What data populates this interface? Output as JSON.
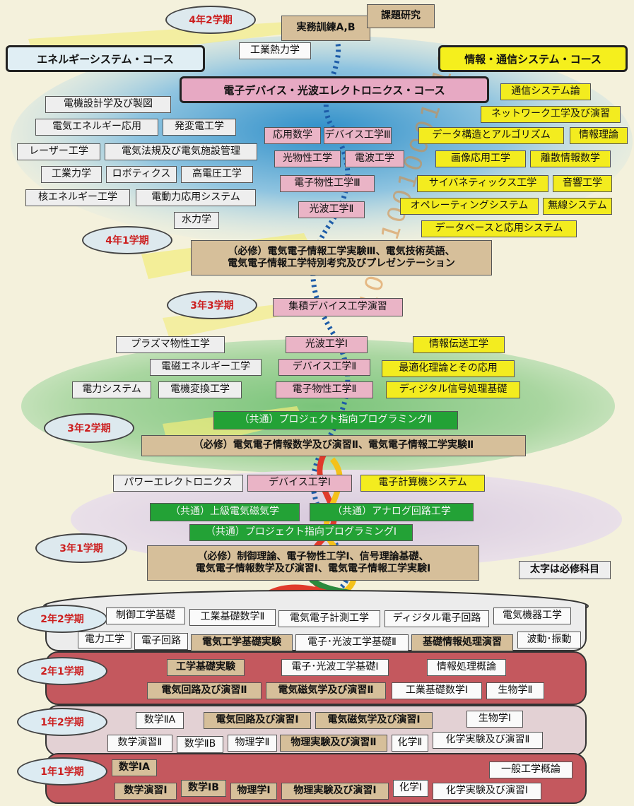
{
  "colors": {
    "background": "#f4f1dc",
    "common_green": "#23a236",
    "required_tan": "#d6bf9a",
    "info_yellow": "#f3ec1f",
    "device_pink": "#eab4c6",
    "energy_gray": "#eeeeee",
    "term_red": "#cc1f1f"
  },
  "terms": {
    "y4t2": "4年2学期",
    "y4t1": "4年1学期",
    "y3t3": "3年3学期",
    "y3t2": "3年2学期",
    "y3t1": "3年1学期",
    "y2t2": "2年2学期",
    "y2t1": "2年1学期",
    "y1t2": "1年2学期",
    "y1t1": "1年1学期"
  },
  "courses": {
    "energy": "エネルギーシステム・コース",
    "device": "電子デバイス・光波エレクトロニクス・コース",
    "info": "情報・通信システム・コース"
  },
  "y4": {
    "top": {
      "jitsumu": "実務訓練A,B",
      "kadai": "課題研究",
      "netsu": "工業熱力学"
    },
    "energy": [
      "電機設計学及び製図",
      "電気エネルギー応用",
      "発変電工学",
      "レーザー工学",
      "電気法規及び電気施設管理",
      "工業力学",
      "ロボティクス",
      "高電圧工学",
      "核エネルギー工学",
      "電動力応用システム",
      "水力学"
    ],
    "device": [
      "応用数学",
      "デバイス工学Ⅲ",
      "光物性工学",
      "電波工学",
      "電子物性工学Ⅲ",
      "光波工学Ⅱ"
    ],
    "info": [
      "通信システム論",
      "ネットワーク工学及び演習",
      "データ構造とアルゴリズム",
      "情報理論",
      "画像応用工学",
      "離散情報数学",
      "サイバネティックス工学",
      "音響工学",
      "オペレーティングシステム",
      "無線システム",
      "データベースと応用システム"
    ],
    "required": [
      "（必修）電気電子情報工学実験Ⅲ、電気技術英語、",
      "電気電子情報工学特別考究及びプレゼンテーション"
    ]
  },
  "y3t3": {
    "device": "集積デバイス工学演習"
  },
  "y3t2": {
    "energy": [
      "プラズマ物性工学",
      "電磁エネルギー工学",
      "電力システム",
      "電機変換工学"
    ],
    "device": [
      "光波工学Ⅰ",
      "デバイス工学Ⅱ",
      "電子物性工学Ⅱ"
    ],
    "info": [
      "情報伝送工学",
      "最適化理論とその応用",
      "ディジタル信号処理基礎"
    ],
    "common": "（共通）プロジェクト指向プログラミングⅡ",
    "required": "（必修）電気電子情報数学及び演習Ⅱ、電気電子情報工学実験Ⅱ"
  },
  "y3t1": {
    "energy": "パワーエレクトロニクス",
    "device": "デバイス工学Ⅰ",
    "info": "電子計算機システム",
    "common": [
      "（共通）上級電気磁気学",
      "（共通）アナログ回路工学",
      "（共通）プロジェクト指向プログラミングⅠ"
    ],
    "required": [
      "（必修）制御理論、電子物性工学Ⅰ、信号理論基礎、",
      "電気電子情報数学及び演習Ⅰ、電気電子情報工学実験Ⅰ"
    ]
  },
  "note": "太字は必修科目",
  "y2t2": [
    "制御工学基礎",
    "工業基礎数学Ⅱ",
    "電気電子計測工学",
    "ディジタル電子回路",
    "電気機器工学",
    "電力工学",
    "電子回路",
    "電気工学基礎実験",
    "電子･光波工学基礎Ⅱ",
    "基礎情報処理演習",
    "波動･振動"
  ],
  "y2t1": [
    "工学基礎実験",
    "電子･光波工学基礎Ⅰ",
    "情報処理概論",
    "電気回路及び演習Ⅱ",
    "電気磁気学及び演習Ⅱ",
    "工業基礎数学Ⅰ",
    "生物学Ⅱ"
  ],
  "y1t2": [
    "数学ⅡA",
    "電気回路及び演習Ⅰ",
    "電気磁気学及び演習Ⅰ",
    "生物学Ⅰ",
    "数学演習Ⅱ",
    "数学ⅡB",
    "物理学Ⅱ",
    "物理実験及び演習Ⅱ",
    "化学Ⅱ",
    "化学実験及び演習Ⅱ"
  ],
  "y1t1": [
    "数学ⅠA",
    "一般工学概論",
    "数学演習Ⅰ",
    "数学ⅠB",
    "物理学Ⅰ",
    "物理実験及び演習Ⅰ",
    "化学Ⅰ",
    "化学実験及び演習Ⅰ"
  ],
  "watermark": "100110010001010"
}
